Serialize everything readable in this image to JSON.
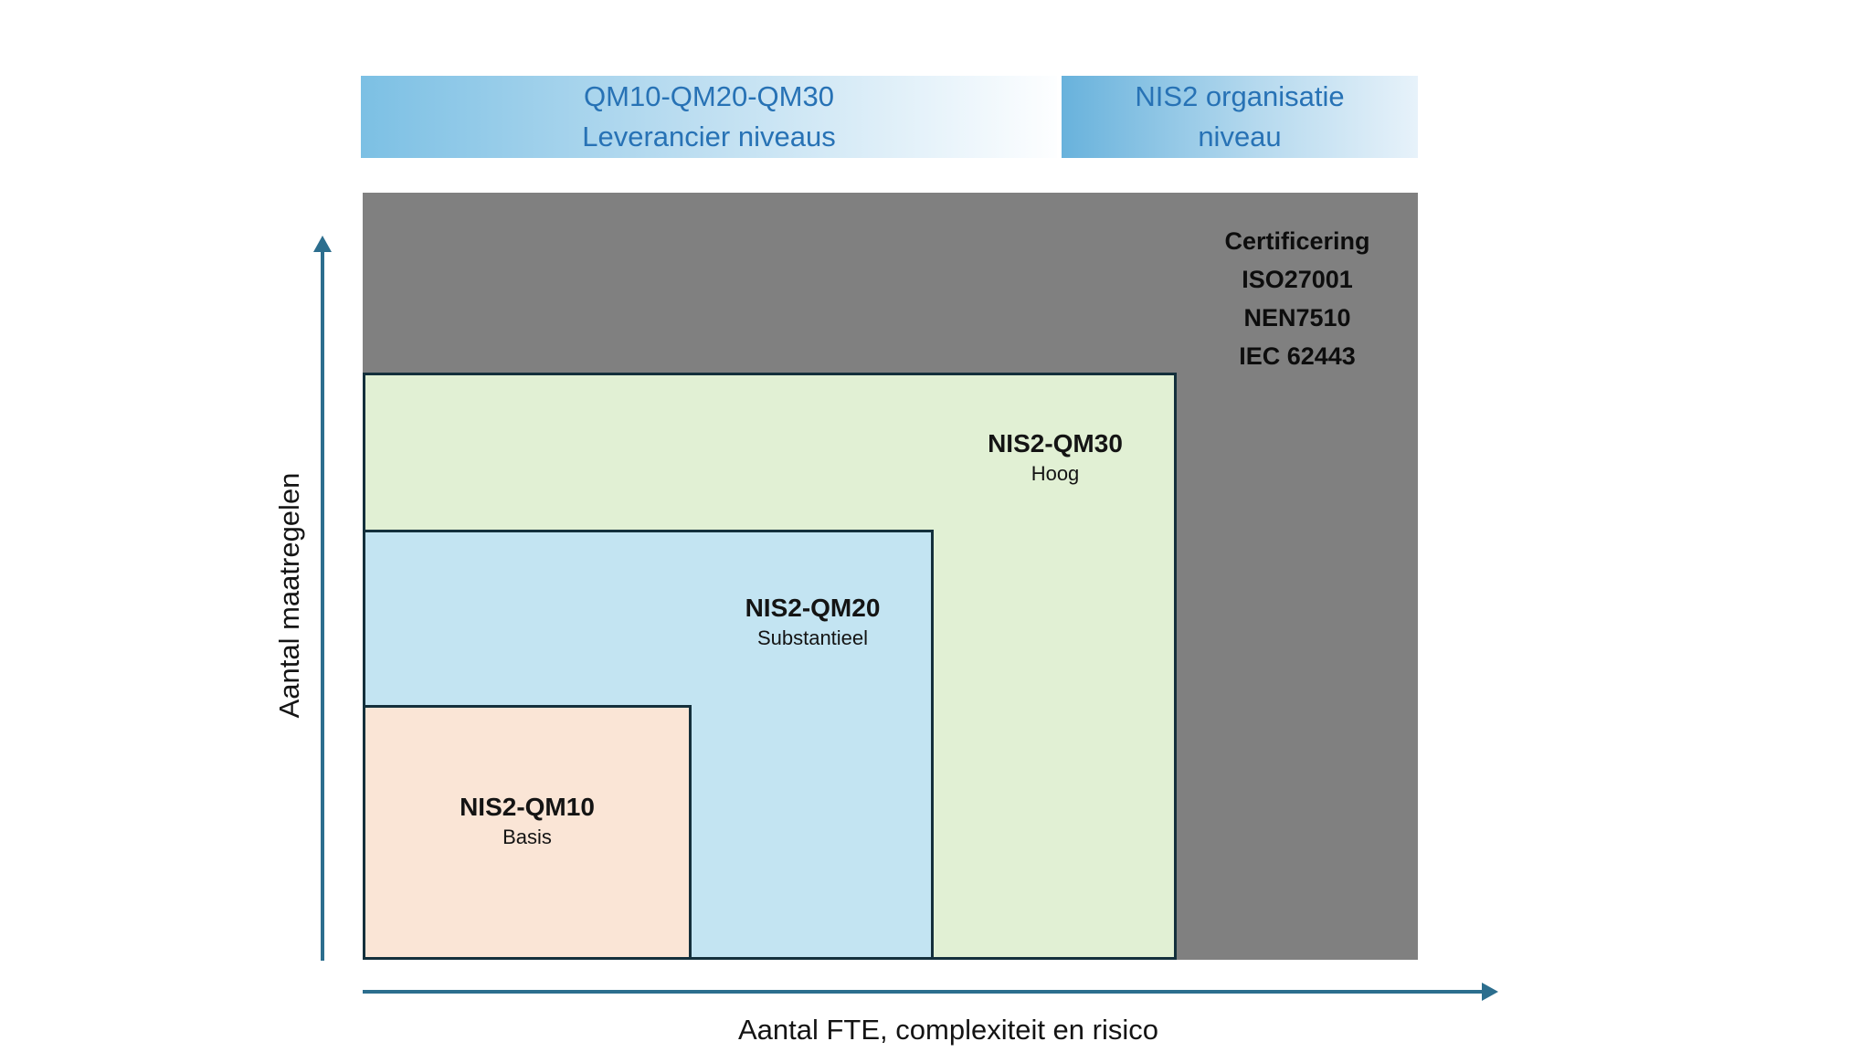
{
  "banner": {
    "left": {
      "line1": "QM10-QM20-QM30",
      "line2": "Leverancier niveaus"
    },
    "right": {
      "line1": "NIS2 organisatie",
      "line2": "niveau"
    }
  },
  "certification": {
    "lines": [
      "Certificering",
      "ISO27001",
      "NEN7510",
      "IEC 62443"
    ]
  },
  "levels": {
    "qm30": {
      "name": "NIS2-QM30",
      "tier": "Hoog"
    },
    "qm20": {
      "name": "NIS2-QM20",
      "tier": "Substantieel"
    },
    "qm10": {
      "name": "NIS2-QM10",
      "tier": "Basis"
    }
  },
  "axes": {
    "y_label": "Aantal maatregelen",
    "x_label": "Aantal FTE, complexiteit en risico"
  },
  "colors": {
    "banner_text": "#2772b5",
    "banner_gradient_start": "#7cc0e4",
    "banner_gradient_end": "#fdfeff",
    "gray_box": "#808080",
    "qm30_fill": "#e1f0d4",
    "qm20_fill": "#c3e4f2",
    "qm10_fill": "#fae5d6",
    "box_border": "#14303c",
    "axis_arrow": "#2c6e8e",
    "label_text": "#141414"
  }
}
